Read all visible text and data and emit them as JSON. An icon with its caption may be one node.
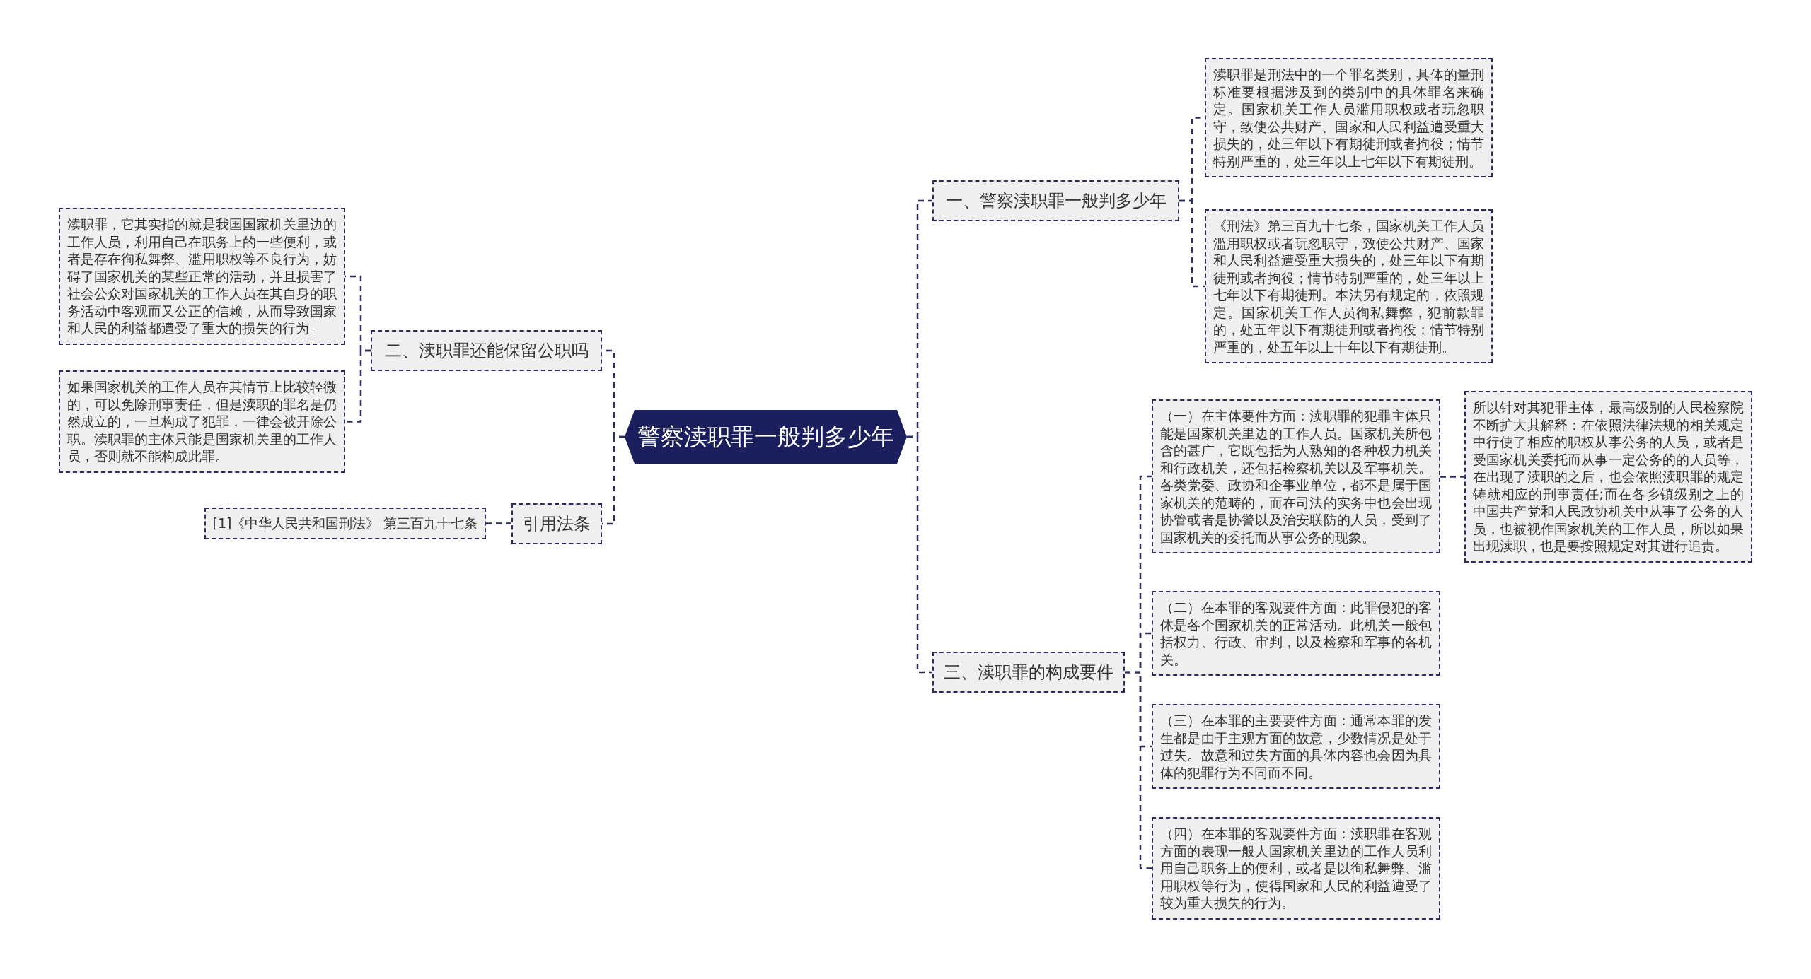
{
  "diagram": {
    "nodes": [
      {
        "text": [
          "警察渎职罪一般判多少年"
        ]
      },
      {
        "text": [
          "一、警察渎职罪一般判多少年"
        ]
      },
      {
        "text": [
          "渎职罪是刑法中的一个罪名类别，具体的量刑标准要根据涉及到的类别中的具体罪名来确定。国家机关工作人员滥用职权或者玩忽职守，致使公共财产、国家和人民利益遭受重大损失的，处三年以下有期徒刑或者拘役；情节特别严重的，处三年以上七年以下有期徒刑。"
        ]
      },
      {
        "text": [
          "《刑法》第三百九十七条，国家机关工作人员滥用职权或者玩忽职守，致使公共财产、国家和人民利益遭受重大损失的，处三年以下有期徒刑或者拘役；情节特别严重的，处三年以上七年以下有期徒刑。本法另有规定的，依照规定。国家机关工作人员徇私舞弊，犯前款罪的，处五年以下有期徒刑或者拘役；情节特别严重的，处五年以上十年以下有期徒刑。"
        ]
      },
      {
        "text": [
          "二、渎职罪还能保留公职吗"
        ]
      },
      {
        "text": [
          "渎职罪，它其实指的就是我国国家机关里边的工作人员，利用自己在职务上的一些便利，或者是存在徇私舞弊、滥用职权等不良行为，妨碍了国家机关的某些正常的活动，并且损害了社会公众对国家机关的工作人员在其自身的职务活动中客观而又公正的信赖，从而导致国家和人民的利益都遭受了重大的损失的行为。"
        ]
      },
      {
        "text": [
          "如果国家机关的工作人员在其情节上比较轻微的，可以免除刑事责任，但是渎职的罪名是仍然成立的，一旦构成了犯罪，一律会被开除公职。渎职罪的主体只能是国家机关里的工作人员，否则就不能构成此罪。"
        ]
      },
      {
        "text": [
          "引用法条"
        ]
      },
      {
        "text": [
          "[1]《中华人民共和国刑法》 第三百九十七条"
        ]
      },
      {
        "text": [
          "三、渎职罪的构成要件"
        ]
      },
      {
        "text": [
          "（一）在主体要件方面：渎职罪的犯罪主体只能是国家机关里边的工作人员。国家机关所包含的甚广，它既包括为人熟知的各种权力机关和行政机关，还包括检察机关以及军事机关。各类党委、政协和企事业单位，都不是属于国家机关的范畴的，而在司法的实务中也会出现协管或者是协警以及治安联防的人员，受到了国家机关的委托而从事公务的现象。"
        ]
      },
      {
        "text": [
          "所以针对其犯罪主体，最高级别的人民检察院不断扩大其解释：在依照法律法规的相关规定中行使了相应的职权从事公务的人员，或者是受国家机关委托而从事一定公务的的人员等，在出现了渎职的之后，也会依照渎职罪的规定铸就相应的刑事责任;而在各乡镇级别之上的中国共产党和人民政协机关中从事了公务的人员，也被视作国家机关的工作人员，所以如果出现渎职，也是要按照规定对其进行追责。"
        ]
      },
      {
        "text": [
          "（二）在本罪的客观要件方面：此罪侵犯的客体是各个国家机关的正常活动。此机关一般包括权力、行政、审判，以及检察和军事的各机关。"
        ]
      },
      {
        "text": [
          "（三）在本罪的主要要件方面：通常本罪的发生都是由于主观方面的故意，少数情况是处于过失。故意和过失方面的具体内容也会因为具体的犯罪行为不同而不同。"
        ]
      },
      {
        "text": [
          "（四）在本罪的客观要件方面：渎职罪在客观方面的表现一般人国家机关里边的工作人员利用自己职务上的便利，或者是以徇私舞弊、滥用职权等行为，使得国家和人民的利益遭受了较为重大损失的行为。"
        ]
      }
    ],
    "edges": [
      {
        "from": 0,
        "to": 1,
        "arrow": "none"
      },
      {
        "from": 1,
        "to": 2,
        "arrow": "none"
      },
      {
        "from": 1,
        "to": 3,
        "arrow": "none"
      },
      {
        "from": 0,
        "to": 4,
        "arrow": "none"
      },
      {
        "from": 4,
        "to": 5,
        "arrow": "none"
      },
      {
        "from": 4,
        "to": 6,
        "arrow": "none"
      },
      {
        "from": 0,
        "to": 7,
        "arrow": "none"
      },
      {
        "from": 7,
        "to": 8,
        "arrow": "none"
      },
      {
        "from": 0,
        "to": 9,
        "arrow": "none"
      },
      {
        "from": 9,
        "to": 10,
        "arrow": "none"
      },
      {
        "from": 10,
        "to": 11,
        "arrow": "none"
      },
      {
        "from": 9,
        "to": 12,
        "arrow": "none"
      },
      {
        "from": 9,
        "to": 13,
        "arrow": "none"
      },
      {
        "from": 9,
        "to": 14,
        "arrow": "none"
      }
    ]
  }
}
